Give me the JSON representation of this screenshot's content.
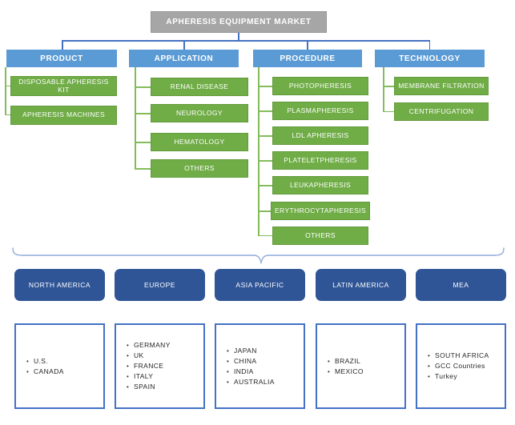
{
  "diagram": {
    "root": {
      "label": "APHERESIS EQUIPMENT MARKET"
    },
    "segments": [
      {
        "label": "PRODUCT",
        "children": [
          "DISPOSABLE APHERESIS KIT",
          "APHERESIS MACHINES"
        ]
      },
      {
        "label": "APPLICATION",
        "children": [
          "RENAL DISEASE",
          "NEUROLOGY",
          "HEMATOLOGY",
          "OTHERS"
        ]
      },
      {
        "label": "PROCEDURE",
        "children": [
          "PHOTOPHERESIS",
          "PLASMAPHERESIS",
          "LDL APHERESIS",
          "PLATELETPHERESIS",
          "LEUKAPHERESIS",
          "ERYTHROCYTAPHERESIS",
          "OTHERS"
        ]
      },
      {
        "label": "TECHNOLOGY",
        "children": [
          "MEMBRANE FILTRATION",
          "CENTRIFUGATION"
        ]
      }
    ],
    "regions": [
      {
        "label": "NORTH AMERICA",
        "countries": [
          "U.S.",
          "CANADA"
        ]
      },
      {
        "label": "EUROPE",
        "countries": [
          "GERMANY",
          "UK",
          "FRANCE",
          "ITALY",
          "SPAIN"
        ]
      },
      {
        "label": "ASIA PACIFIC",
        "countries": [
          "JAPAN",
          "CHINA",
          "INDIA",
          "AUSTRALIA"
        ]
      },
      {
        "label": "LATIN AMERICA",
        "countries": [
          "BRAZIL",
          "MEXICO"
        ]
      },
      {
        "label": "MEA",
        "countries": [
          "SOUTH AFRICA",
          "GCC Countries",
          "Turkey"
        ]
      }
    ]
  },
  "icons": {
    "bullet": "•"
  },
  "colors": {
    "root_fill": "#A6A6A6",
    "segment_header_fill": "#5B9BD5",
    "segment_child_fill": "#70AD47",
    "region_fill": "#2F5597",
    "country_box_border": "#4472C4",
    "tree_connector": "#4472C4",
    "child_connector": "#84BC5C",
    "brace": "#8FAADC",
    "text_on_fill": "#FFFFFF",
    "country_text": "#262626"
  }
}
